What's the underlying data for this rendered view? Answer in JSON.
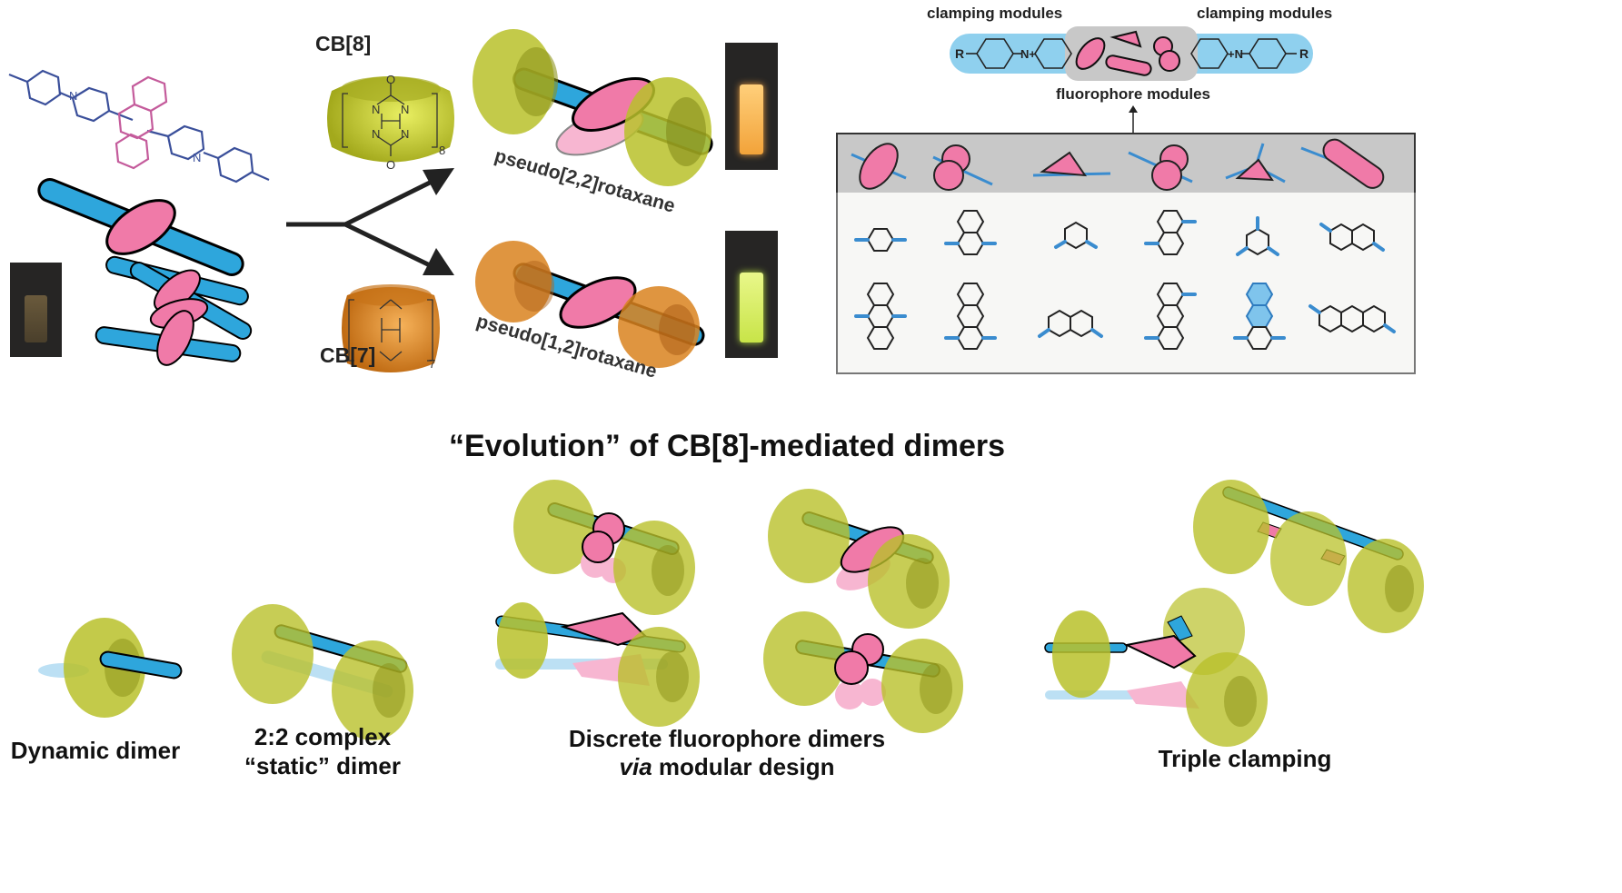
{
  "colors": {
    "cb8": "#b9c12a",
    "cb7": "#d9821f",
    "rod": "#2ea6dc",
    "fluorophore": "#f07aa8",
    "fluorophore_light": "#f7b6d1",
    "viologen_blue": "#3a4f9a",
    "anthracene_pink": "#c45b9b",
    "module_bg": "#8fd0ee",
    "module_core": "#c8c8c8"
  },
  "scheme": {
    "cb8_label": "CB[8]",
    "cb8_subscript": "8",
    "cb7_label": "CB[7]",
    "cb7_subscript": "7",
    "atom_N": "N",
    "atom_O": "O",
    "plus": "+",
    "product_top_label": "pseudo[2,2]rotaxane",
    "product_bottom_label": "pseudo[1,2]rotaxane",
    "vial_start": "dark (non-emissive)",
    "vial_top": "orange emission",
    "vial_bottom": "green emission"
  },
  "modules": {
    "clamping_left": "clamping modules",
    "clamping_right": "clamping modules",
    "fluorophore": "fluorophore modules",
    "R_left": "R",
    "R_right": "R",
    "N_left": "N+",
    "N_right": "+N",
    "shapes": [
      "ellipse",
      "peanut",
      "triangle",
      "peanut",
      "tri-arm",
      "rod"
    ],
    "cores_row1": [
      "benzene-1,4",
      "naphthalene-1,4",
      "benzene-1,3",
      "naphthalene-1,5",
      "benzene-1,3,5",
      "naphthalene-2,6"
    ],
    "cores_row2": [
      "anthracene-9,10",
      "anthracene-1,4",
      "naphthalene-2,7",
      "anthracene-1,5",
      "anthracene-highlighted",
      "anthracene-2,6"
    ]
  },
  "evolution": {
    "title": "“Evolution” of CB[8]-mediated dimers",
    "stages": [
      {
        "line1": "Dynamic dimer"
      },
      {
        "line1": "2:2 complex",
        "line2": "“static” dimer"
      },
      {
        "line1": "Discrete fluorophore dimers",
        "line2_italic": "via",
        "line2_rest": " modular design"
      },
      {
        "line1": "Triple clamping"
      }
    ]
  }
}
